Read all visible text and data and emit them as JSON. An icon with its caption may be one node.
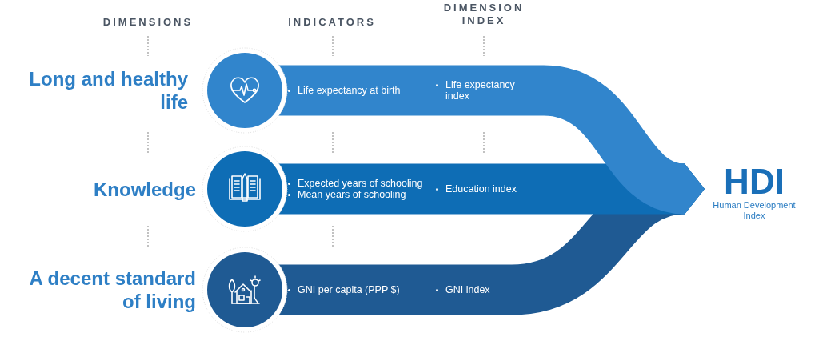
{
  "diagram": {
    "nodes": [
      {
        "text": [
          "Life expectancy at birth",
          "Life expectancy index"
        ],
        "beside": [
          "Long and healthy life"
        ]
      },
      {
        "text": [
          "Expected years of schooling",
          "Mean years of schooling",
          "Education index"
        ],
        "beside": [
          "Knowledge"
        ]
      },
      {
        "text": [
          "GNI per capita (PPP $)",
          "GNI index"
        ],
        "beside": [
          "A decent standard of living"
        ]
      },
      {
        "text": [
          "HDI",
          "Human Development Index"
        ]
      }
    ],
    "edges": [
      {
        "from": 2,
        "to": 3,
        "arrow": "to",
        "color": "#1f5a93"
      },
      {
        "from": 1,
        "to": 3,
        "arrow": "to",
        "color": "#0e6db5"
      },
      {
        "from": 0,
        "to": 3,
        "arrow": "to",
        "color": "#3185cc"
      }
    ],
    "labels": [
      "DIMENSIONS",
      "INDICATORS",
      "DIMENSION INDEX"
    ]
  }
}
